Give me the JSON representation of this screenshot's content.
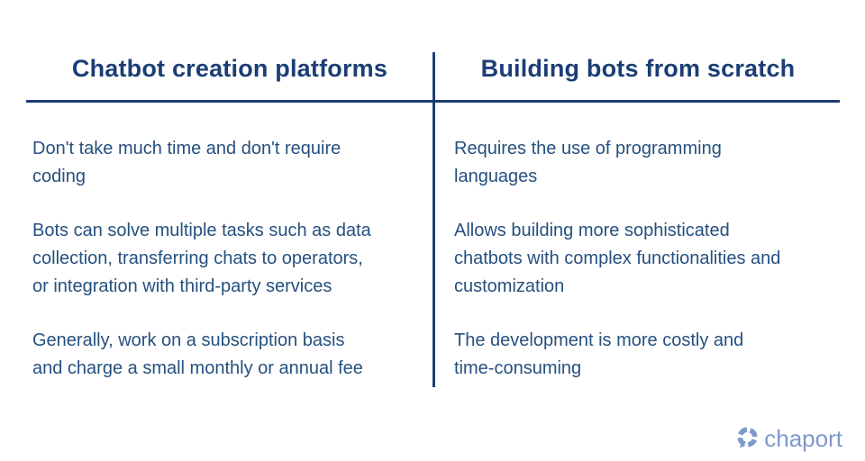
{
  "colors": {
    "navy": "#1c3e76",
    "body_text": "#26507f",
    "logo_blue": "#8098cc",
    "background": "#ffffff"
  },
  "table": {
    "columns": [
      {
        "header": "Chatbot creation platforms",
        "rows": [
          "Don't take much time and don't require\ncoding",
          "Bots can solve multiple tasks such as data\ncollection, transferring chats to operators,\nor integration with third-party services",
          "Generally, work on a subscription basis\nand charge a small monthly or annual fee"
        ]
      },
      {
        "header": "Building bots from scratch",
        "rows": [
          "Requires the use of programming\nlanguages",
          "Allows building more sophisticated\nchatbots with complex functionalities and\ncustomization",
          "The development is more costly and\ntime-consuming"
        ]
      }
    ]
  },
  "footer": {
    "logo_text": "chaport",
    "logo_icon": "chaport-lifebuoy-speech-bubble"
  }
}
